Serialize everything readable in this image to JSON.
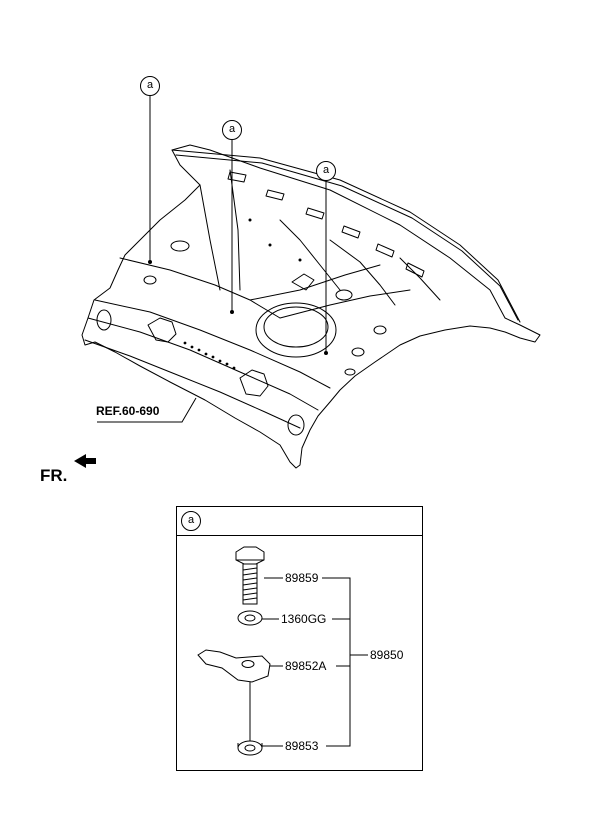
{
  "main_diagram": {
    "callouts": [
      "a",
      "a",
      "a"
    ],
    "ref_label": "REF.60-690",
    "fr_label": "FR."
  },
  "detail": {
    "callout": "a",
    "parts": {
      "bolt": "89859",
      "washer": "1360GG",
      "bracket": "89852A",
      "nut": "89853",
      "assembly": "89850"
    }
  }
}
